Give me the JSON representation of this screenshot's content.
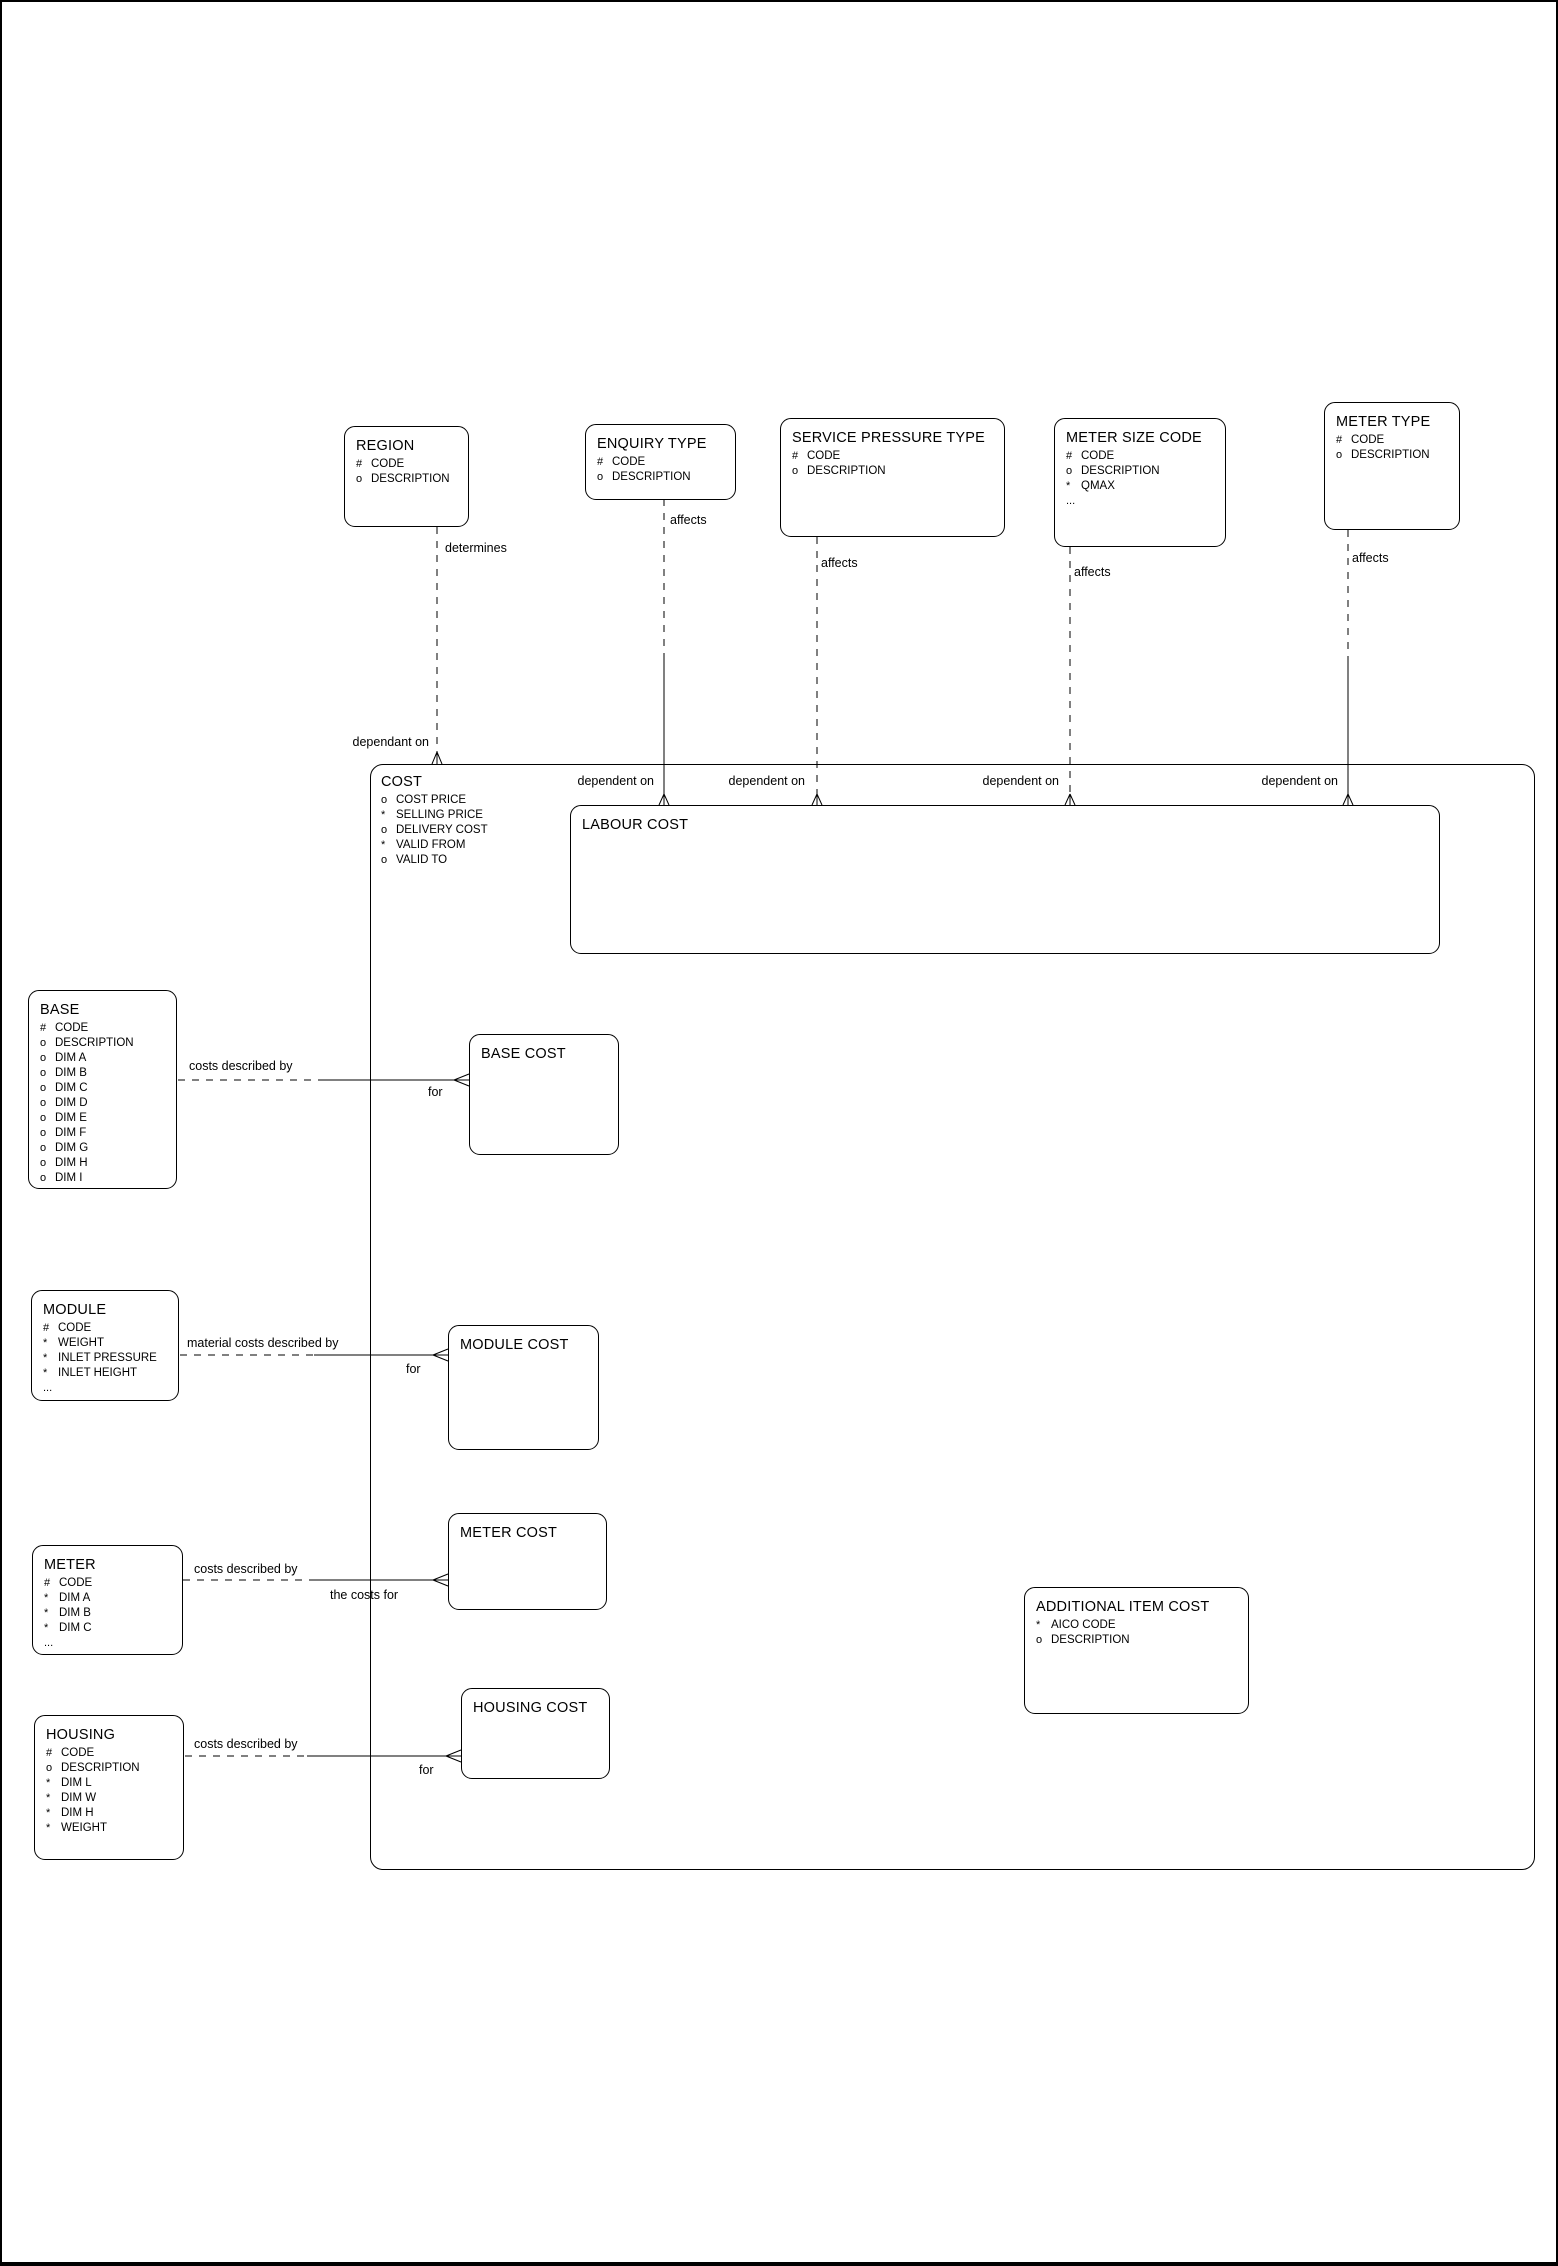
{
  "diagram": {
    "kind": "entity-relationship-diagram",
    "background_color": "#ffffff",
    "line_color": "#000000"
  },
  "entities": {
    "region": {
      "title": "REGION",
      "attributes": [
        {
          "prefix": "#",
          "name": "CODE"
        },
        {
          "prefix": "o",
          "name": "DESCRIPTION"
        }
      ]
    },
    "enquiry_type": {
      "title": "ENQUIRY TYPE",
      "attributes": [
        {
          "prefix": "#",
          "name": "CODE"
        },
        {
          "prefix": "o",
          "name": "DESCRIPTION"
        }
      ]
    },
    "service_pressure_type": {
      "title": "SERVICE PRESSURE TYPE",
      "attributes": [
        {
          "prefix": "#",
          "name": "CODE"
        },
        {
          "prefix": "o",
          "name": "DESCRIPTION"
        }
      ]
    },
    "meter_size_code": {
      "title": "METER SIZE CODE",
      "attributes": [
        {
          "prefix": "#",
          "name": "CODE"
        },
        {
          "prefix": "o",
          "name": "DESCRIPTION"
        },
        {
          "prefix": "*",
          "name": "QMAX"
        },
        {
          "prefix": "...",
          "name": ""
        }
      ]
    },
    "meter_type": {
      "title": "METER TYPE",
      "attributes": [
        {
          "prefix": "#",
          "name": "CODE"
        },
        {
          "prefix": "o",
          "name": "DESCRIPTION"
        }
      ]
    },
    "cost": {
      "title": "COST",
      "attributes": [
        {
          "prefix": "o",
          "name": "COST PRICE"
        },
        {
          "prefix": "*",
          "name": "SELLING PRICE"
        },
        {
          "prefix": "o",
          "name": "DELIVERY COST"
        },
        {
          "prefix": "*",
          "name": "VALID FROM"
        },
        {
          "prefix": "o",
          "name": "VALID TO"
        }
      ]
    },
    "labour_cost": {
      "title": "LABOUR COST",
      "attributes": []
    },
    "base": {
      "title": "BASE",
      "attributes": [
        {
          "prefix": "#",
          "name": "CODE"
        },
        {
          "prefix": "o",
          "name": "DESCRIPTION"
        },
        {
          "prefix": "o",
          "name": "DIM A"
        },
        {
          "prefix": "o",
          "name": "DIM B"
        },
        {
          "prefix": "o",
          "name": "DIM C"
        },
        {
          "prefix": "o",
          "name": "DIM D"
        },
        {
          "prefix": "o",
          "name": "DIM E"
        },
        {
          "prefix": "o",
          "name": "DIM F"
        },
        {
          "prefix": "o",
          "name": "DIM G"
        },
        {
          "prefix": "o",
          "name": "DIM H"
        },
        {
          "prefix": "o",
          "name": "DIM I"
        }
      ]
    },
    "base_cost": {
      "title": "BASE COST",
      "attributes": []
    },
    "module": {
      "title": "MODULE",
      "attributes": [
        {
          "prefix": "#",
          "name": "CODE"
        },
        {
          "prefix": "*",
          "name": "WEIGHT"
        },
        {
          "prefix": "*",
          "name": "INLET PRESSURE"
        },
        {
          "prefix": "*",
          "name": "INLET HEIGHT"
        },
        {
          "prefix": "...",
          "name": ""
        }
      ]
    },
    "module_cost": {
      "title": "MODULE COST",
      "attributes": []
    },
    "meter": {
      "title": "METER",
      "attributes": [
        {
          "prefix": "#",
          "name": "CODE"
        },
        {
          "prefix": "*",
          "name": "DIM A"
        },
        {
          "prefix": "*",
          "name": "DIM B"
        },
        {
          "prefix": "*",
          "name": "DIM C"
        },
        {
          "prefix": "...",
          "name": ""
        }
      ]
    },
    "meter_cost": {
      "title": "METER COST",
      "attributes": []
    },
    "housing": {
      "title": "HOUSING",
      "attributes": [
        {
          "prefix": "#",
          "name": "CODE"
        },
        {
          "prefix": "o",
          "name": "DESCRIPTION"
        },
        {
          "prefix": "*",
          "name": "DIM L"
        },
        {
          "prefix": "*",
          "name": "DIM W"
        },
        {
          "prefix": "*",
          "name": "DIM H"
        },
        {
          "prefix": "*",
          "name": "WEIGHT"
        }
      ]
    },
    "housing_cost": {
      "title": "HOUSING COST",
      "attributes": []
    },
    "additional_item_cost": {
      "title": "ADDITIONAL ITEM COST",
      "attributes": [
        {
          "prefix": "*",
          "name": "AICO CODE"
        },
        {
          "prefix": "o",
          "name": "DESCRIPTION"
        }
      ]
    }
  },
  "labels": {
    "determines": "determines",
    "dependant_on": "dependant on",
    "affects": "affects",
    "dependent_on": "dependent on",
    "costs_described_by": "costs described by",
    "material_costs_described_by": "material costs described by",
    "for": "for",
    "the_costs_for": "the costs for"
  }
}
